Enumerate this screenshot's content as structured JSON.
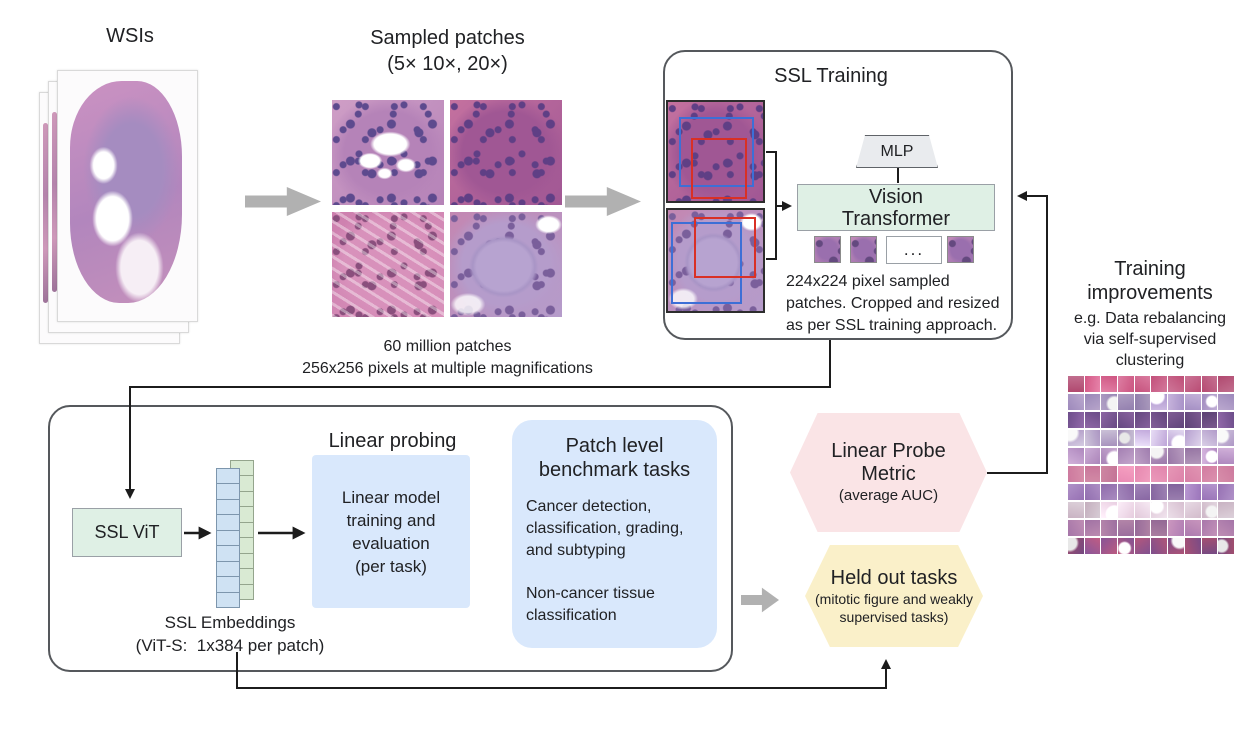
{
  "wsi": {
    "title": "WSIs"
  },
  "sampled_patches": {
    "title": "Sampled patches",
    "subtitle": "(5× 10×, 20×)",
    "caption_lines": [
      "60 million patches",
      "256x256 pixels at multiple magnifications"
    ]
  },
  "ssl_training": {
    "title": "SSL Training",
    "mlp_label": "MLP",
    "vit_lines": [
      "Vision",
      "Transformer"
    ],
    "dots": "...",
    "caption_lines": [
      "224x224 pixel sampled",
      "patches. Cropped and resized",
      "as per SSL training approach."
    ]
  },
  "training_improvements": {
    "title_lines": [
      "Training",
      "improvements"
    ],
    "subtitle_lines": [
      "e.g. Data rebalancing",
      "via self-supervised",
      "clustering"
    ],
    "grid": {
      "rows": 10,
      "cols": 10,
      "row_clusters": [
        {
          "c1": "#c2507a",
          "c2": "#d4799c",
          "white": false
        },
        {
          "c1": "#9d89bb",
          "c2": "#bba9cf",
          "white": true
        },
        {
          "c1": "#64477f",
          "c2": "#86619c",
          "white": false
        },
        {
          "c1": "#b29bca",
          "c2": "#d9cfe6",
          "white": true
        },
        {
          "c1": "#a37fb2",
          "c2": "#c4a6cc",
          "white": true
        },
        {
          "c1": "#e194b2",
          "c2": "#d77fa5",
          "white": false
        },
        {
          "c1": "#8f6cab",
          "c2": "#a98bc0",
          "white": false
        },
        {
          "c1": "#d7bfd0",
          "c2": "#ecdfe9",
          "white": true
        },
        {
          "c1": "#a172a4",
          "c2": "#bb8bb0",
          "white": false
        },
        {
          "c1": "#b05579",
          "c2": "#7e4f8d",
          "white": true
        }
      ]
    }
  },
  "linear_probing": {
    "title": "Linear probing",
    "ssl_vit_label": "SSL ViT",
    "embeddings_lines": [
      "SSL Embeddings",
      "(ViT-S:  1x384 per patch)"
    ],
    "linear_model_lines": [
      "Linear model",
      "training and",
      "evaluation",
      "(per task)"
    ]
  },
  "patch_benchmark": {
    "title_lines": [
      "Patch level",
      "benchmark tasks"
    ],
    "body1_lines": [
      "Cancer detection,",
      "classification, grading,",
      "and subtyping"
    ],
    "body2_lines": [
      "Non-cancer tissue",
      "classification"
    ]
  },
  "linear_probe_metric": {
    "title_lines": [
      "Linear Probe",
      "Metric"
    ],
    "subtitle": "(average AUC)",
    "fill": "#fae4e6"
  },
  "held_out_tasks": {
    "title": "Held out tasks",
    "subtitle_lines": [
      "(mitotic figure and weakly",
      "supervised tasks)"
    ],
    "fill": "#faf0c9"
  },
  "colors": {
    "accent_green": "#dff0e5",
    "accent_blue": "#d9e8fc",
    "hex_pink": "#fae4e6",
    "hex_yellow": "#faf0c9",
    "crop_blue": "#3d6fd6",
    "crop_red": "#d93025",
    "flow_arrow_gray": "#b1b1b1",
    "connector_black": "#1c1c1c"
  },
  "tissue_palettes": {
    "patch_tl": [
      "#cf9ec6",
      "#b583b8",
      "#5d4a8e"
    ],
    "patch_tr": [
      "#c4719f",
      "#a05794",
      "#5f3f85"
    ],
    "patch_bl": [
      "#cd7fae",
      "#d891bb",
      "#8a4f7d"
    ],
    "patch_br": [
      "#c387b2",
      "#b59ccb",
      "#7a5f9b"
    ],
    "crop_a": [
      "#c4719f",
      "#a05794",
      "#5f3f85"
    ],
    "crop_b": [
      "#c387b2",
      "#b59ccb",
      "#7a5f9b"
    ],
    "thumb": [
      "#c08ab8",
      "#9a6fae",
      "#64497f"
    ]
  }
}
